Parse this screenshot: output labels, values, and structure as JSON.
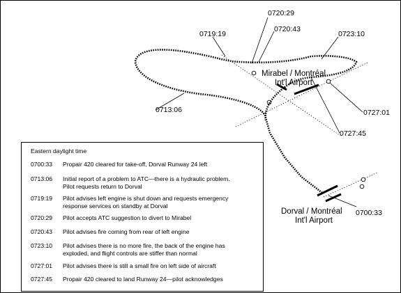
{
  "airports": {
    "mirabel": {
      "line1": "Mirabel / Montréal",
      "line2": "Int'l Airport"
    },
    "dorval": {
      "line1": "Dorval / Montréal",
      "line2": "Int'l Airport"
    }
  },
  "time_labels": [
    "0720:29",
    "0720:43",
    "0719:19",
    "0723:10",
    "0713:06",
    "0727:01",
    "0727:45",
    "0700:33"
  ],
  "legend": {
    "heading": "Eastern daylight time",
    "entries": [
      {
        "time": "0700:33",
        "lines": [
          "Propair 420 cleared for take-off, Dorval Runway 24 left"
        ]
      },
      {
        "time": "0713:06",
        "lines": [
          "Initial report of a problem to ATC—there is a hydraulic problem.",
          "Pilot requests return to Dorval"
        ]
      },
      {
        "time": "0719:19",
        "lines": [
          "Pilot advises left engine is shut down and requests emergency",
          "response services on standby at Dorval"
        ]
      },
      {
        "time": "0720:29",
        "lines": [
          "Pilot accepts ATC suggestion to divert to Mirabel"
        ]
      },
      {
        "time": "0720:43",
        "lines": [
          "Pilot advises fire coming from rear of left engine"
        ]
      },
      {
        "time": "0723:10",
        "lines": [
          "Pilot advises there is no more fire, the back of the engine has",
          "exploded, and flight controls are stiffer than normal"
        ]
      },
      {
        "time": "0727:01",
        "lines": [
          "Pilot advises there is still a small fire on left side of aircraft"
        ]
      },
      {
        "time": "0727:45",
        "lines": [
          "Propair 420 cleared to land Runway 24—pilot acknowledges"
        ]
      }
    ]
  }
}
